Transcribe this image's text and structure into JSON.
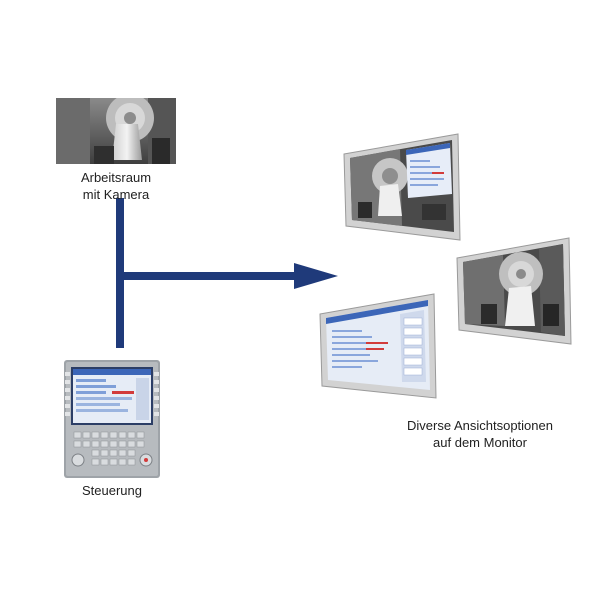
{
  "nodes": {
    "workspace": {
      "line1": "Arbeitsraum",
      "line2": "mit Kamera",
      "icon": "machine-camera-photo"
    },
    "control": {
      "label": "Steuerung",
      "icon": "cnc-control-panel"
    },
    "monitors": {
      "line1": "Diverse Ansichtsoptionen",
      "line2": "auf dem Monitor",
      "icon": "monitor-views"
    }
  },
  "colors": {
    "connector": "#1f3a7a",
    "frame": "#c8c8c8",
    "screen_ui": "#e9eef7",
    "accent": "#d23b3b"
  }
}
